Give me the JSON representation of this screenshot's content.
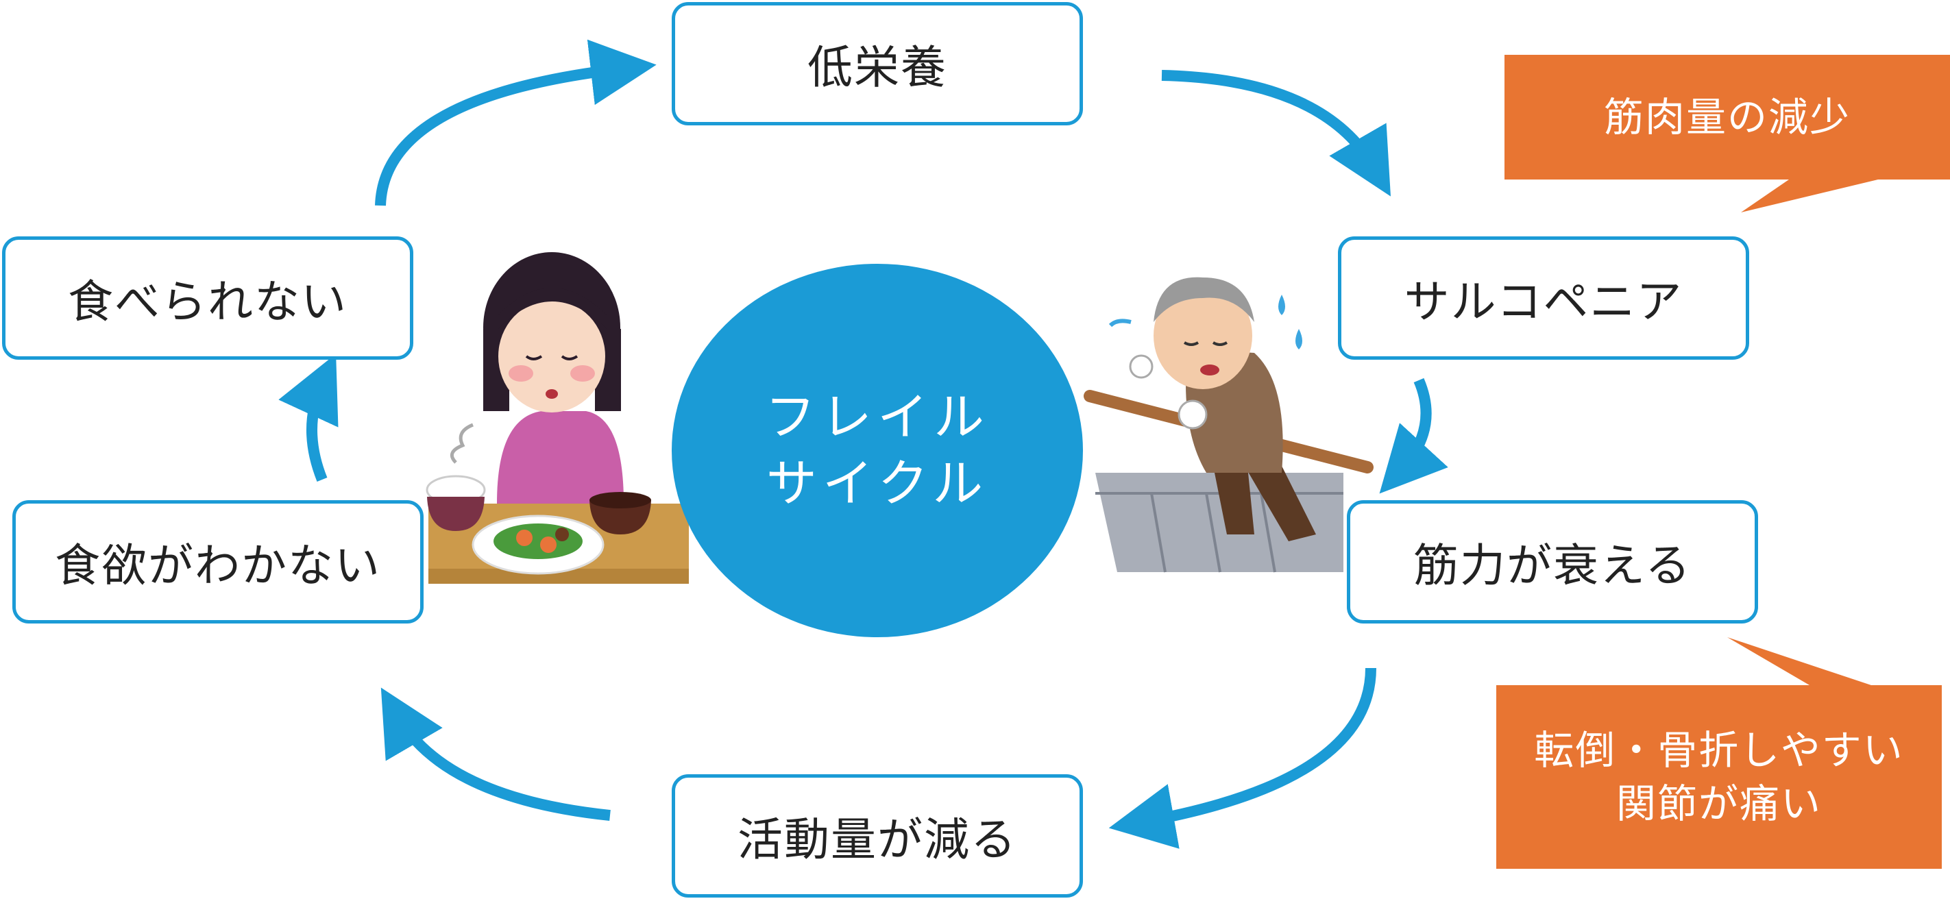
{
  "cycle": {
    "center_line1": "フレイル",
    "center_line2": "サイクル",
    "nodes": {
      "low_nutrition": "低栄養",
      "sarcopenia": "サルコペニア",
      "muscle_weakening": "筋力が衰える",
      "activity_decrease": "活動量が減る",
      "no_appetite": "食欲がわかない",
      "cannot_eat": "食べられない"
    }
  },
  "callouts": {
    "muscle_mass": "筋肉量の減少",
    "risk_line1": "転倒・骨折しやすい",
    "risk_line2": "関節が痛い"
  },
  "colors": {
    "accent_blue": "#1b9bd6",
    "callout_orange": "#e87532"
  },
  "icons": [
    "cycle-arrow-icon",
    "girl-illustration-icon",
    "elderly-man-illustration-icon"
  ]
}
